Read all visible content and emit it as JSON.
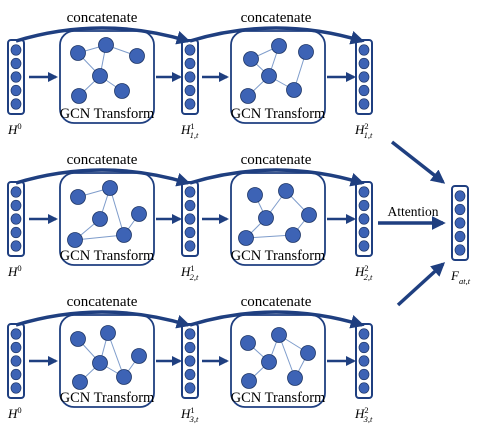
{
  "diagram": {
    "concat_label": "concatenate",
    "transform_label": "GCN Transform",
    "attention_label": "Attention",
    "rows": [
      {
        "input": {
          "base": "H",
          "sup": "0",
          "sub": ""
        },
        "mid": {
          "base": "H",
          "sup": "1",
          "sub": "1,t"
        },
        "out": {
          "base": "H",
          "sup": "2",
          "sub": "1,t"
        }
      },
      {
        "input": {
          "base": "H",
          "sup": "0",
          "sub": ""
        },
        "mid": {
          "base": "H",
          "sup": "1",
          "sub": "2,t"
        },
        "out": {
          "base": "H",
          "sup": "2",
          "sub": "2,t"
        }
      },
      {
        "input": {
          "base": "H",
          "sup": "0",
          "sub": ""
        },
        "mid": {
          "base": "H",
          "sup": "1",
          "sub": "3,t"
        },
        "out": {
          "base": "H",
          "sup": "2",
          "sub": "3,t"
        }
      }
    ],
    "final": {
      "base": "F",
      "sup": "",
      "sub": "at,t"
    },
    "colors": {
      "arrow": "#1F3F80",
      "node": "#3D63B5",
      "node_stroke": "#1D3566",
      "frame": "#1F3F80",
      "edge": "#7E9CCB"
    }
  }
}
